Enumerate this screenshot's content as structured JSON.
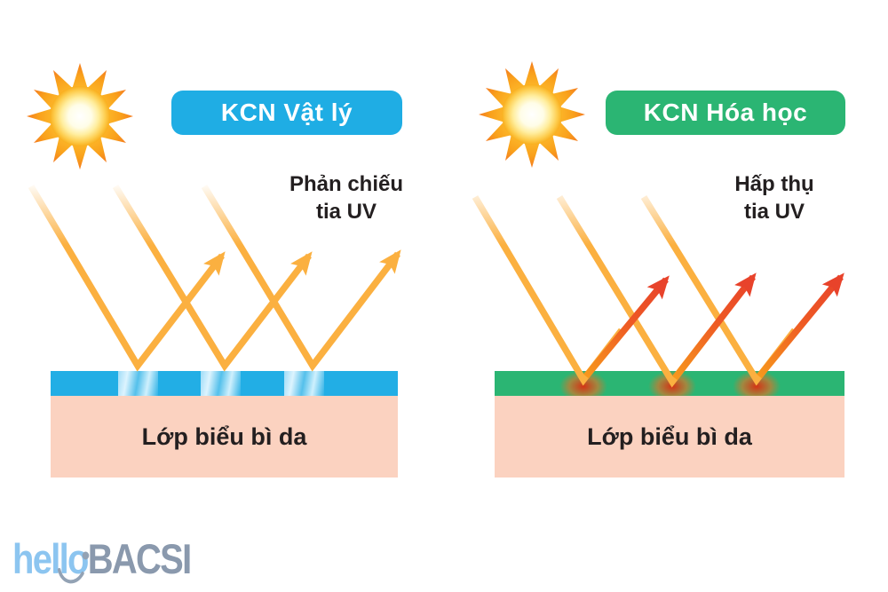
{
  "left_panel": {
    "badge_label": "KCN Vật lý",
    "caption_line1": "Phản chiếu",
    "caption_line2": "tia UV",
    "skin_label": "Lớp biểu bì da"
  },
  "right_panel": {
    "badge_label": "KCN Hóa học",
    "caption_line1": "Hấp thụ",
    "caption_line2": "tia UV",
    "skin_label": "Lớp biểu bì da"
  },
  "logo": {
    "hello": "hello",
    "bacsi": "BACSI"
  },
  "colors": {
    "physical_badge_blue": "#1FADE4",
    "chemical_badge_green": "#2BB573",
    "film_blue": "#22AEE5",
    "film_green": "#2BB573",
    "skin_pink": "#FBD2C0",
    "uv_ray_yellow": "#FBB040",
    "uv_ray_red": "#E8432B",
    "sun_orange": "#F7941D",
    "text_dark": "#231F20",
    "logo_hello_blue": "#8CC5F0",
    "logo_bacsi_gray": "#8A99AD"
  }
}
